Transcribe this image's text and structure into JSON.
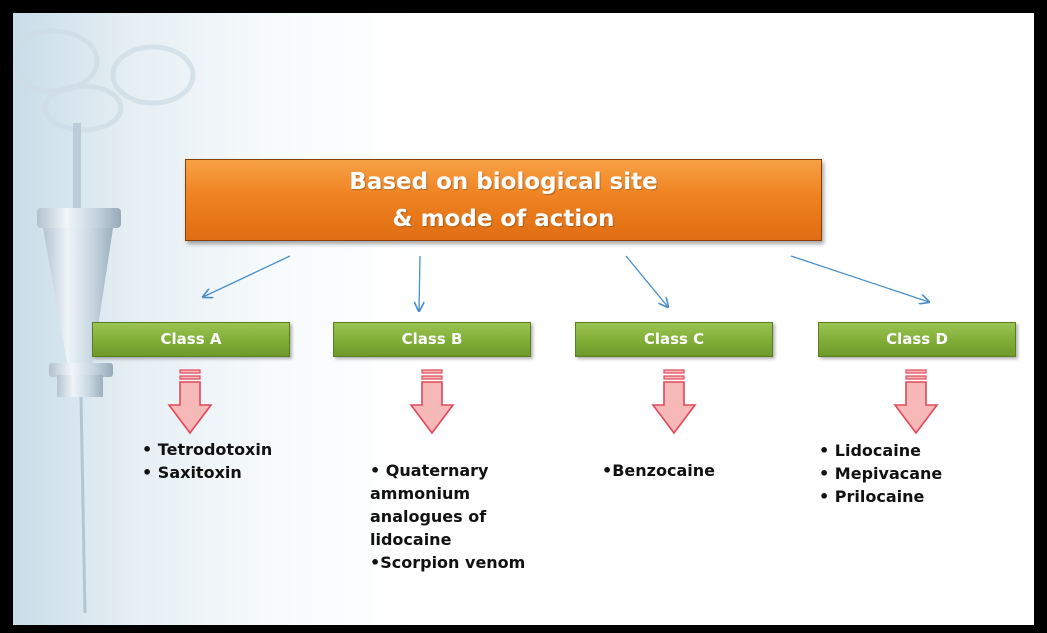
{
  "header": {
    "line1": "Based on biological site",
    "line2": "& mode of action"
  },
  "classes": [
    {
      "label": "Class A",
      "items": [
        "• Tetrodotoxin",
        "• Saxitoxin"
      ]
    },
    {
      "label": "Class B",
      "items": [
        "• Quaternary",
        "ammonium",
        "analogues of",
        "lidocaine",
        "•Scorpion venom"
      ]
    },
    {
      "label": "Class C",
      "items": [
        "•Benzocaine"
      ]
    },
    {
      "label": "Class D",
      "items": [
        "• Lidocaine",
        "• Mepivacane",
        "• Prilocaine"
      ]
    }
  ],
  "colors": {
    "header_fill": "#ef8222",
    "class_fill": "#7fad36",
    "down_arrow_fill": "#f7b8b8",
    "down_arrow_stroke": "#e0485a",
    "connector": "#4a8fc9"
  },
  "decor": {
    "left_image": "syringe-illustration"
  }
}
